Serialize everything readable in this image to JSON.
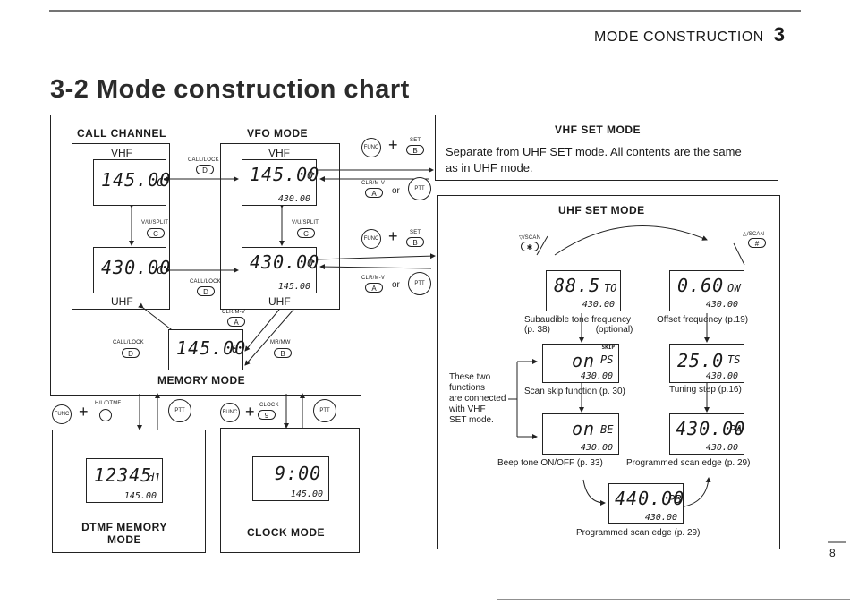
{
  "header": {
    "section_title": "MODE CONSTRUCTION",
    "section_number": "3",
    "heading": "3-2 Mode construction chart",
    "page_number": "8"
  },
  "call_channel": {
    "title": "CALL CHANNEL",
    "vhf_label": "VHF",
    "uhf_label": "UHF",
    "vhf_lcd": {
      "main": "145.00",
      "ind": "C"
    },
    "uhf_lcd": {
      "main": "430.00",
      "ind": "C"
    }
  },
  "vfo_mode": {
    "title": "VFO MODE",
    "vhf_label": "VHF",
    "uhf_label": "UHF",
    "vhf_lcd": {
      "main": "145.00",
      "ind": "0",
      "sub": "430.00"
    },
    "uhf_lcd": {
      "main": "430.00",
      "ind": "0",
      "sub": "145.00"
    }
  },
  "memory_mode": {
    "title": "MEMORY MODE",
    "lcd": {
      "main": "145.00",
      "ind": "0"
    }
  },
  "dtmf_memory": {
    "title_line1": "DTMF MEMORY",
    "title_line2": "MODE",
    "lcd": {
      "main": "12345",
      "ind": "d1",
      "sub": "145.00"
    }
  },
  "clock_mode": {
    "title": "CLOCK MODE",
    "lcd": {
      "main": "9:00",
      "sub": "145.00"
    }
  },
  "vhf_set_mode": {
    "title": "VHF SET MODE",
    "desc_line1": "Separate from UHF SET mode. All contents are the same",
    "desc_line2": "as in UHF mode."
  },
  "uhf_set_mode": {
    "title": "UHF SET MODE",
    "tone": {
      "main": "88.5",
      "ind": "TO",
      "sub": "430.00"
    },
    "tone_caption_line1": "Subaudible tone frequency",
    "tone_caption_line2": "(p. 38)",
    "tone_caption_opt": "(optional)",
    "offset": {
      "main": "0.60",
      "ind": "OW",
      "sub": "430.00"
    },
    "offset_caption": "Offset frequency (p.19)",
    "skip": {
      "main": "on",
      "ind": "PS",
      "sub": "430.00",
      "badge": "SKIP"
    },
    "skip_caption": "Scan skip function (p. 30)",
    "step": {
      "main": "25.0",
      "ind": "TS",
      "sub": "430.00"
    },
    "step_caption": "Tuning step (p.16)",
    "beep": {
      "main": "on",
      "ind": "BE",
      "sub": "430.00"
    },
    "beep_caption": "Beep tone ON/OFF (p. 33)",
    "edge1": {
      "main": "430.00",
      "ind": "PA",
      "sub": "430.00"
    },
    "edge1_caption": "Programmed scan edge (p. 29)",
    "edge2": {
      "main": "440.00",
      "ind": "PB",
      "sub": "430.00"
    },
    "edge2_caption": "Programmed scan edge (p. 29)",
    "note_lines": [
      "These two",
      "functions",
      "are connected",
      "with VHF",
      "SET mode."
    ]
  },
  "keys": {
    "func": "FUNC",
    "ptt": "PTT",
    "plus": "+",
    "or": "or",
    "set_label": "SET",
    "b": "B",
    "a": "A",
    "c": "C",
    "d": "D",
    "nine": "9",
    "star": "✱",
    "hash": "#",
    "call_lock": "CALL/LOCK",
    "v_u_split": "V/U/SPLIT",
    "clr_m_v": "CLR/M-V",
    "mr_mw": "MR/MW",
    "h_l_dtmf": "H/L/DTMF",
    "clock": "CLOCK",
    "t_scan": "▽/SCAN",
    "up_scan": "△/SCAN"
  }
}
